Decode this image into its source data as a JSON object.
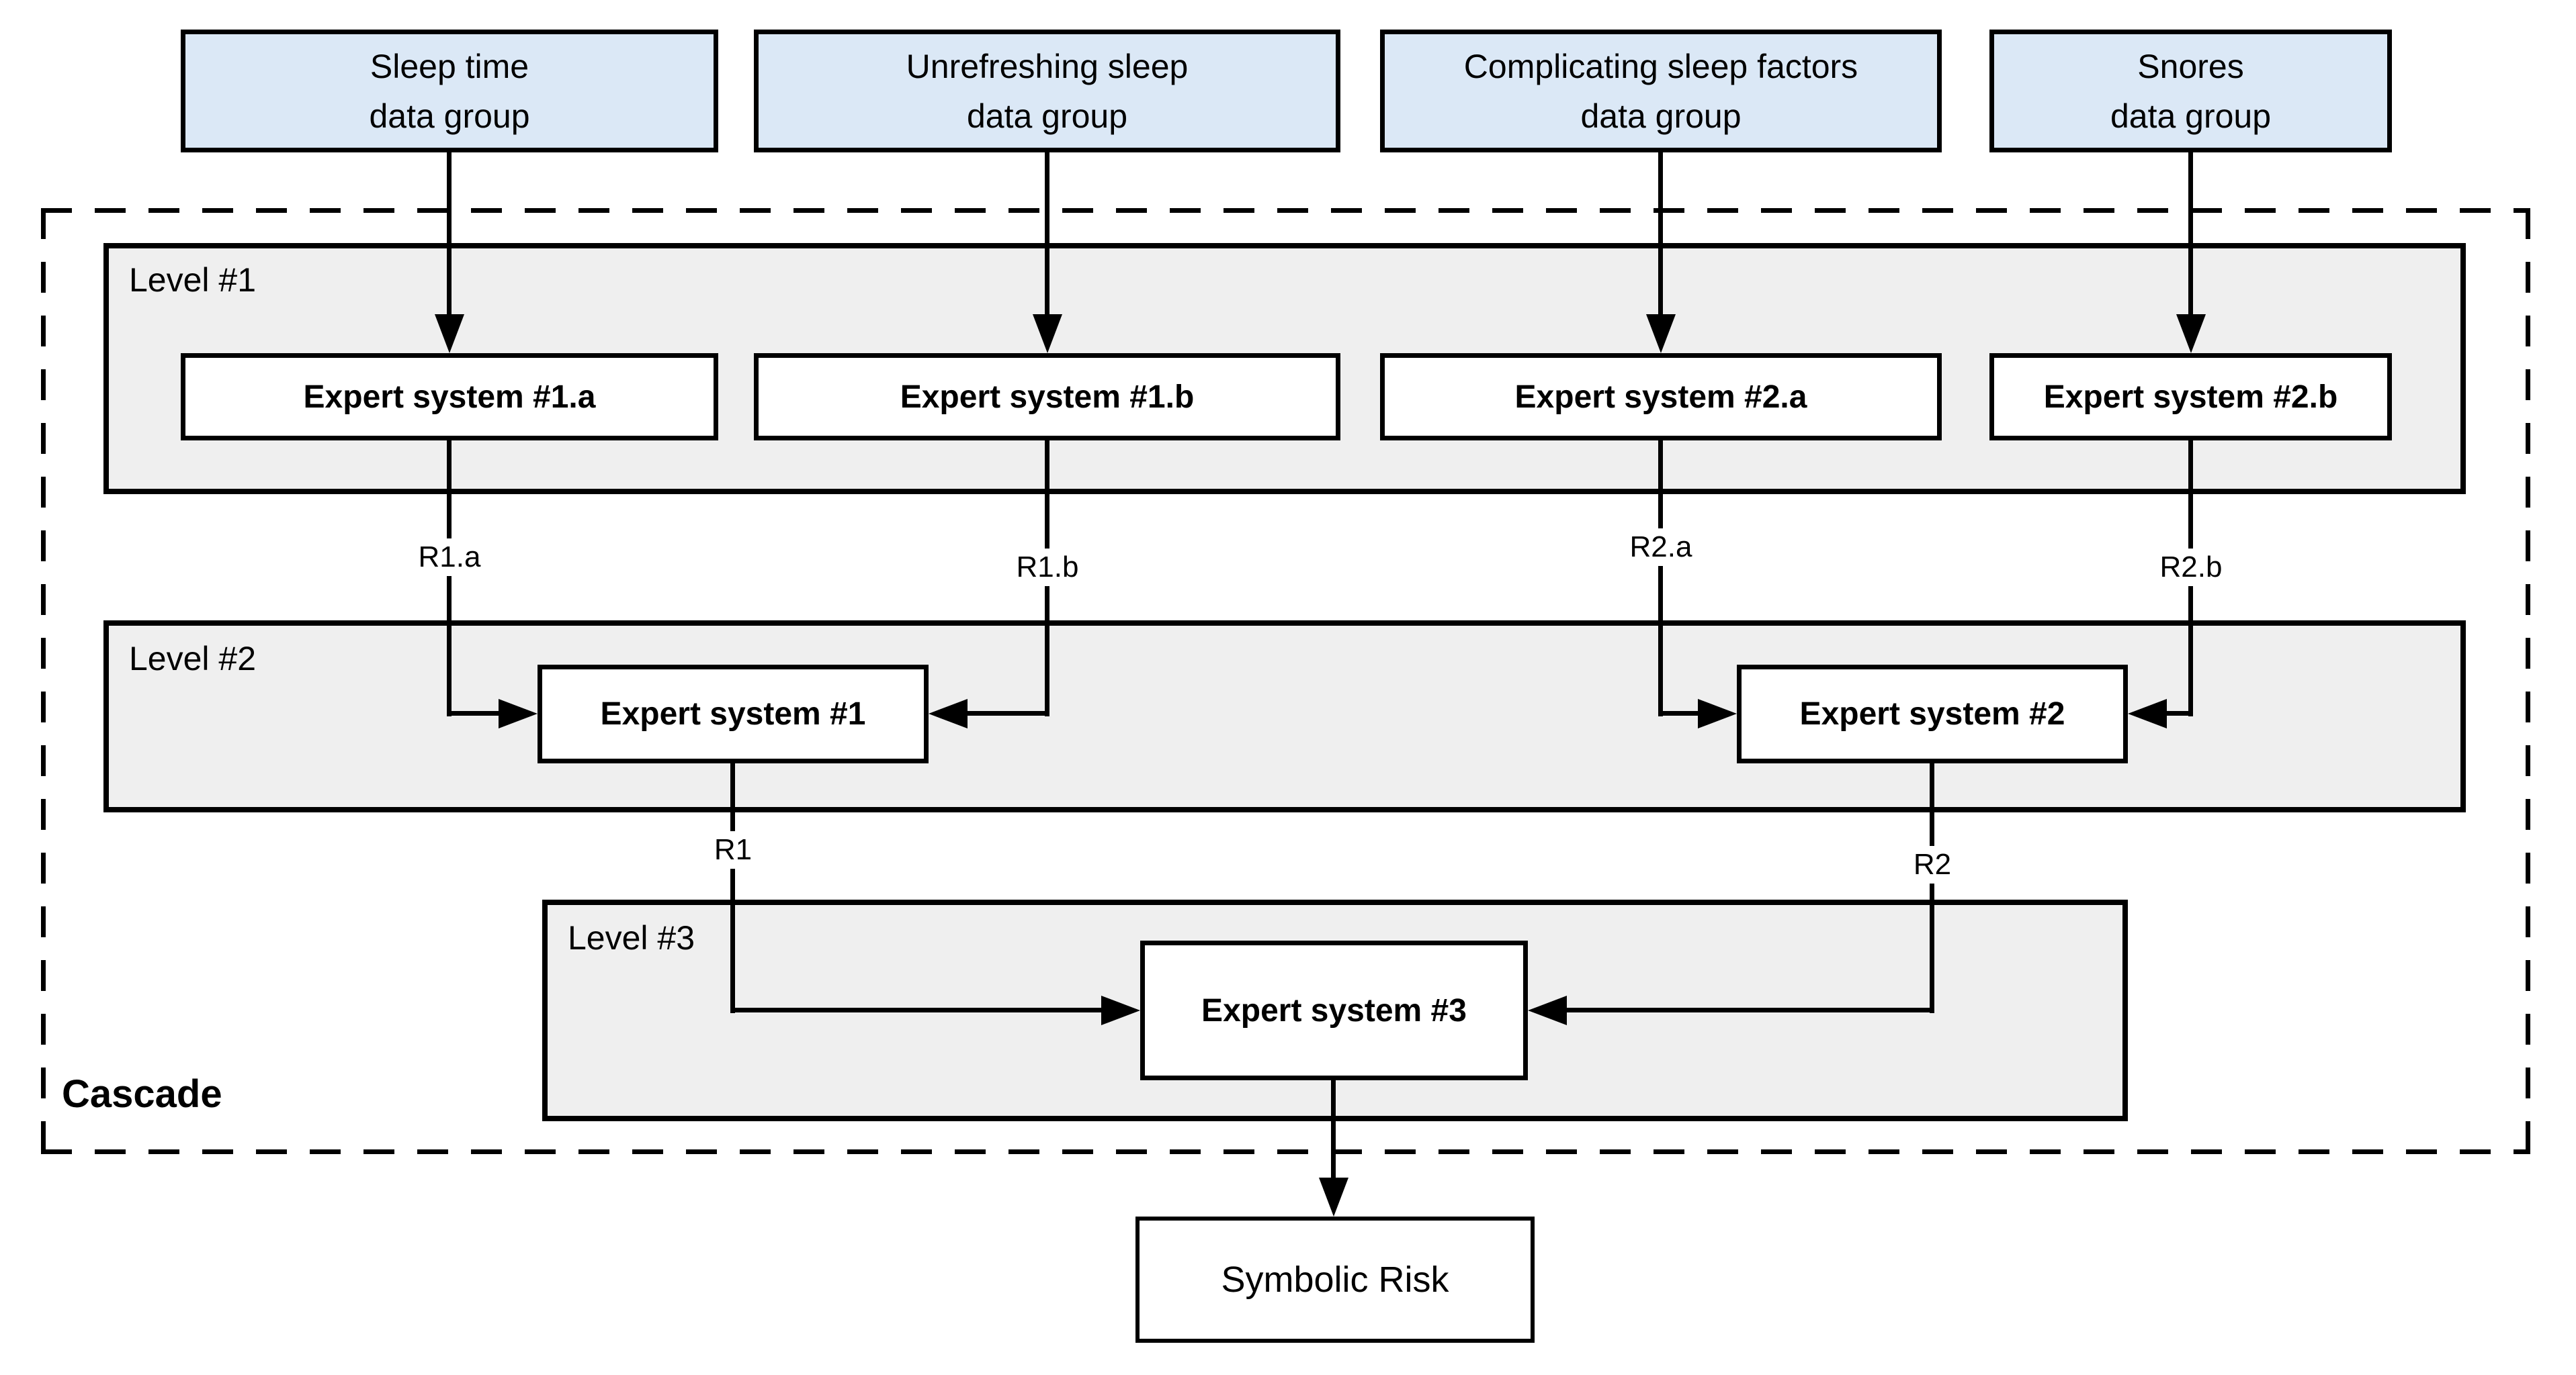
{
  "cascade_label": "Cascade",
  "data_groups": [
    {
      "line1": "Sleep time",
      "line2": "data group"
    },
    {
      "line1": "Unrefreshing sleep",
      "line2": "data group"
    },
    {
      "line1": "Complicating sleep factors",
      "line2": "data group"
    },
    {
      "line1": "Snores",
      "line2": "data group"
    }
  ],
  "levels": [
    {
      "label": "Level #1"
    },
    {
      "label": "Level #2"
    },
    {
      "label": "Level #3"
    }
  ],
  "expert_systems": {
    "level1": [
      "Expert system #1.a",
      "Expert system #1.b",
      "Expert system #2.a",
      "Expert system #2.b"
    ],
    "level2": [
      "Expert system #1",
      "Expert system #2"
    ],
    "level3": [
      "Expert system #3"
    ]
  },
  "connector_labels": {
    "r1a": "R1.a",
    "r1b": "R1.b",
    "r2a": "R2.a",
    "r2b": "R2.b",
    "r1": "R1",
    "r2": "R2"
  },
  "output_box": "Symbolic Risk",
  "colors": {
    "data_group_fill": "#dbe8f6",
    "level_panel_fill": "#efefef",
    "expert_box_fill": "#ffffff",
    "line_color": "#000000"
  }
}
